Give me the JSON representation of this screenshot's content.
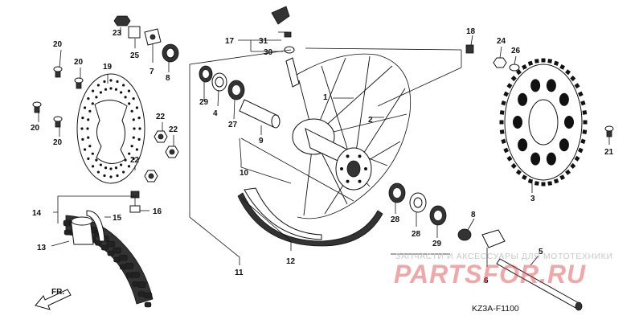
{
  "diagram": {
    "code": "KZ3A-F1100",
    "direction_label": "FR.",
    "callouts": [
      {
        "id": "c1",
        "label": "1"
      },
      {
        "id": "c2",
        "label": "2"
      },
      {
        "id": "c3",
        "label": "3"
      },
      {
        "id": "c4",
        "label": "4"
      },
      {
        "id": "c5",
        "label": "5"
      },
      {
        "id": "c6",
        "label": "6"
      },
      {
        "id": "c7",
        "label": "7"
      },
      {
        "id": "c8a",
        "label": "8"
      },
      {
        "id": "c8b",
        "label": "8"
      },
      {
        "id": "c9",
        "label": "9"
      },
      {
        "id": "c10",
        "label": "10"
      },
      {
        "id": "c11",
        "label": "11"
      },
      {
        "id": "c12",
        "label": "12"
      },
      {
        "id": "c13",
        "label": "13"
      },
      {
        "id": "c14",
        "label": "14"
      },
      {
        "id": "c15",
        "label": "15"
      },
      {
        "id": "c16",
        "label": "16"
      },
      {
        "id": "c17",
        "label": "17"
      },
      {
        "id": "c18",
        "label": "18"
      },
      {
        "id": "c19",
        "label": "19"
      },
      {
        "id": "c20a",
        "label": "20"
      },
      {
        "id": "c20b",
        "label": "20"
      },
      {
        "id": "c20c",
        "label": "20"
      },
      {
        "id": "c20d",
        "label": "20"
      },
      {
        "id": "c21",
        "label": "21"
      },
      {
        "id": "c22a",
        "label": "22"
      },
      {
        "id": "c22b",
        "label": "22"
      },
      {
        "id": "c22c",
        "label": "22"
      },
      {
        "id": "c23",
        "label": "23"
      },
      {
        "id": "c24",
        "label": "24"
      },
      {
        "id": "c25",
        "label": "25"
      },
      {
        "id": "c26",
        "label": "26"
      },
      {
        "id": "c27",
        "label": "27"
      },
      {
        "id": "c28a",
        "label": "28"
      },
      {
        "id": "c28b",
        "label": "28"
      },
      {
        "id": "c29a",
        "label": "29"
      },
      {
        "id": "c29b",
        "label": "29"
      },
      {
        "id": "c30",
        "label": "30"
      },
      {
        "id": "c31",
        "label": "31"
      }
    ]
  },
  "watermark": {
    "caption": "ЗАПЧАСТИ И АКСЕССУАРЫ ДЛЯ МОТОТЕХНИКИ",
    "logo": "PARTSFOR.RU",
    "color": "#dc3c3c"
  }
}
